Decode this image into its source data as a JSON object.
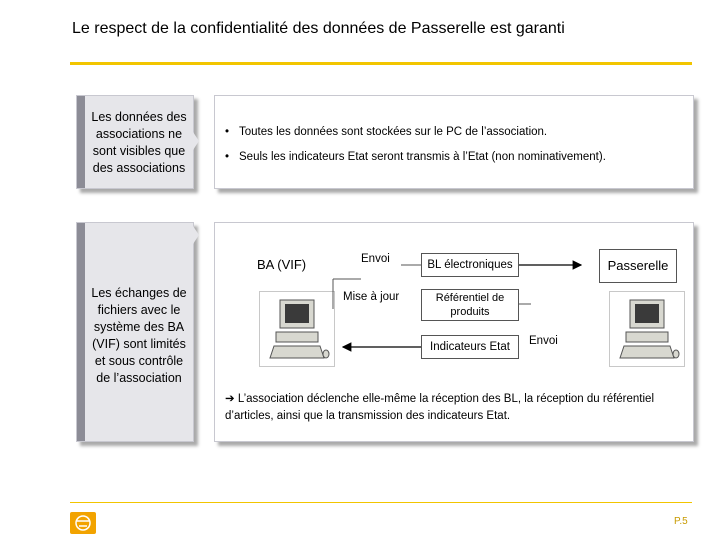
{
  "slide": {
    "title": "Le respect de la confidentialité des données de Passerelle est garanti",
    "page_number": "P.5"
  },
  "section1": {
    "label": "Les données des associations ne sont visibles que des associations",
    "bullets": [
      {
        "bullet": "•",
        "text": "Toutes les données sont stockées sur le PC de l’association.",
        "suffix": ""
      },
      {
        "bullet": "•",
        "text": "Seuls les indicateurs Etat seront transmis à l’Etat",
        "suffix": " (non nominativement)."
      }
    ]
  },
  "section2": {
    "label": "Les échanges de fichiers avec le système des BA (VIF) sont limités et sous contrôle de l’association",
    "diagram": {
      "left_title": "BA (VIF)",
      "right_title": "Passerelle",
      "envoi_top": "Envoi",
      "bl": "BL électroniques",
      "mise_a_jour": "Mise à jour",
      "referentiel": "Référentiel de produits",
      "indicateurs": "Indicateurs Etat",
      "envoi_bottom": "Envoi"
    },
    "conclusion_arrow": "➔",
    "conclusion": "L’association déclenche elle-même la réception des BL, la réception du référentiel d’articles, ainsi que la transmission des indicateurs Etat."
  },
  "colors": {
    "accent": "#f2c500",
    "label_bg": "#e6e6ea",
    "label_bar": "#8c8c96"
  }
}
